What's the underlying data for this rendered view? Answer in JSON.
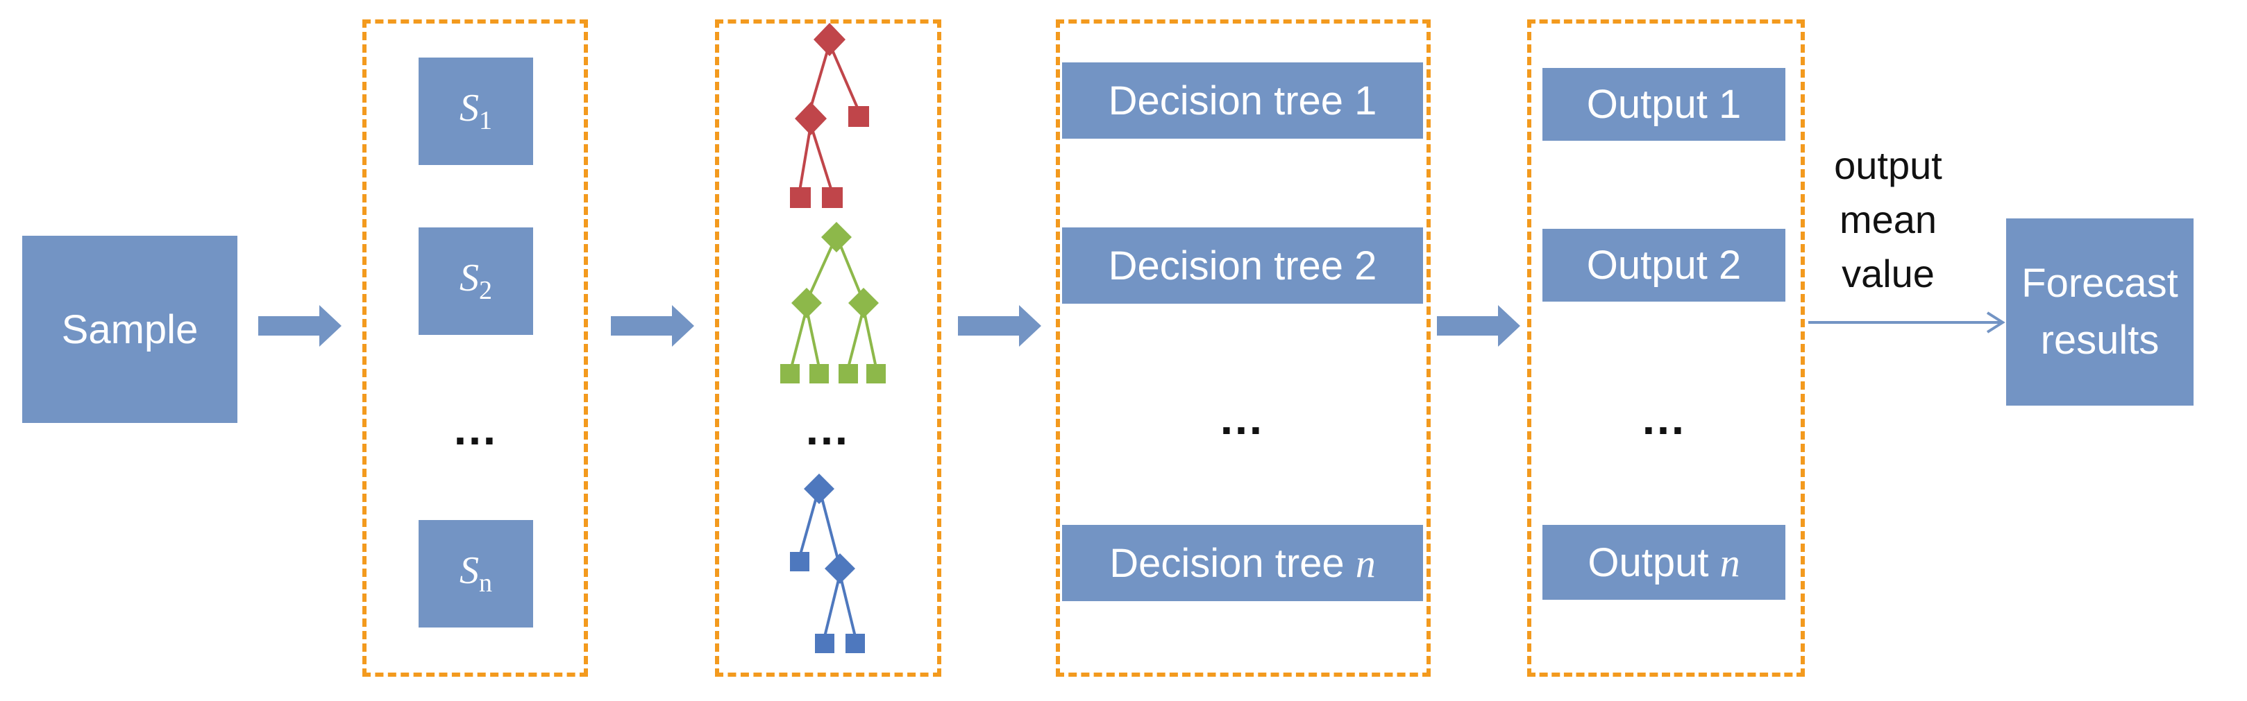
{
  "colors": {
    "box_fill": "#7394c4",
    "dashed_border": "#f39a1e",
    "arrow": "#7394c4",
    "tree_red": "#c0454a",
    "tree_green": "#8db84a",
    "tree_blue": "#4e78be"
  },
  "sample": {
    "label": "Sample"
  },
  "subsets": [
    {
      "letter": "S",
      "sub": "1"
    },
    {
      "letter": "S",
      "sub": "2"
    },
    {
      "letter": "S",
      "sub": "n"
    }
  ],
  "ellipsis": "…",
  "trees": [
    {
      "label": "Decision tree",
      "index": "1"
    },
    {
      "label": "Decision tree",
      "index": "2"
    },
    {
      "label": "Decision tree",
      "index": "n"
    }
  ],
  "outputs": [
    {
      "label": "Output",
      "index": "1"
    },
    {
      "label": "Output",
      "index": "2"
    },
    {
      "label": "Output",
      "index": "n"
    }
  ],
  "mean_label": [
    "output",
    "mean",
    "value"
  ],
  "forecast": {
    "line1": "Forecast",
    "line2": "results"
  }
}
